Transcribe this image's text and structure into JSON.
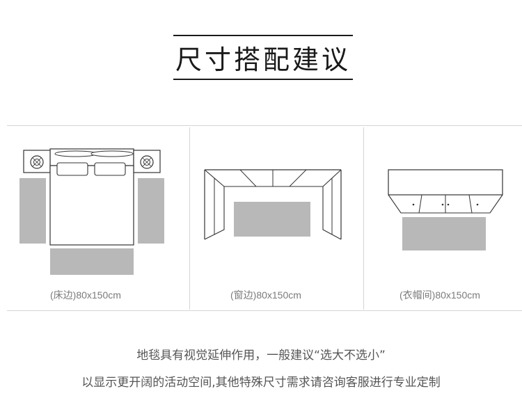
{
  "title": "尺寸搭配建议",
  "colors": {
    "line": "#d5d5d5",
    "rug": "#b8b8b8",
    "furniture_stroke": "#333333",
    "text": "#555555",
    "caption": "#7a7a7a"
  },
  "panels": [
    {
      "id": "bedside",
      "caption": "(床边)80x150cm",
      "icon": "bed-with-rugs-icon"
    },
    {
      "id": "window",
      "caption": "(窗边)80x150cm",
      "icon": "bay-window-rug-icon"
    },
    {
      "id": "cloakroom",
      "caption": "(衣帽间)80x150cm",
      "icon": "wardrobe-rug-icon"
    }
  ],
  "description": {
    "line1": "地毯具有视觉延伸作用，一般建议“选大不选小”",
    "line2": "以显示更开阔的活动空间,其他特殊尺寸需求请咨询客服进行专业定制"
  }
}
